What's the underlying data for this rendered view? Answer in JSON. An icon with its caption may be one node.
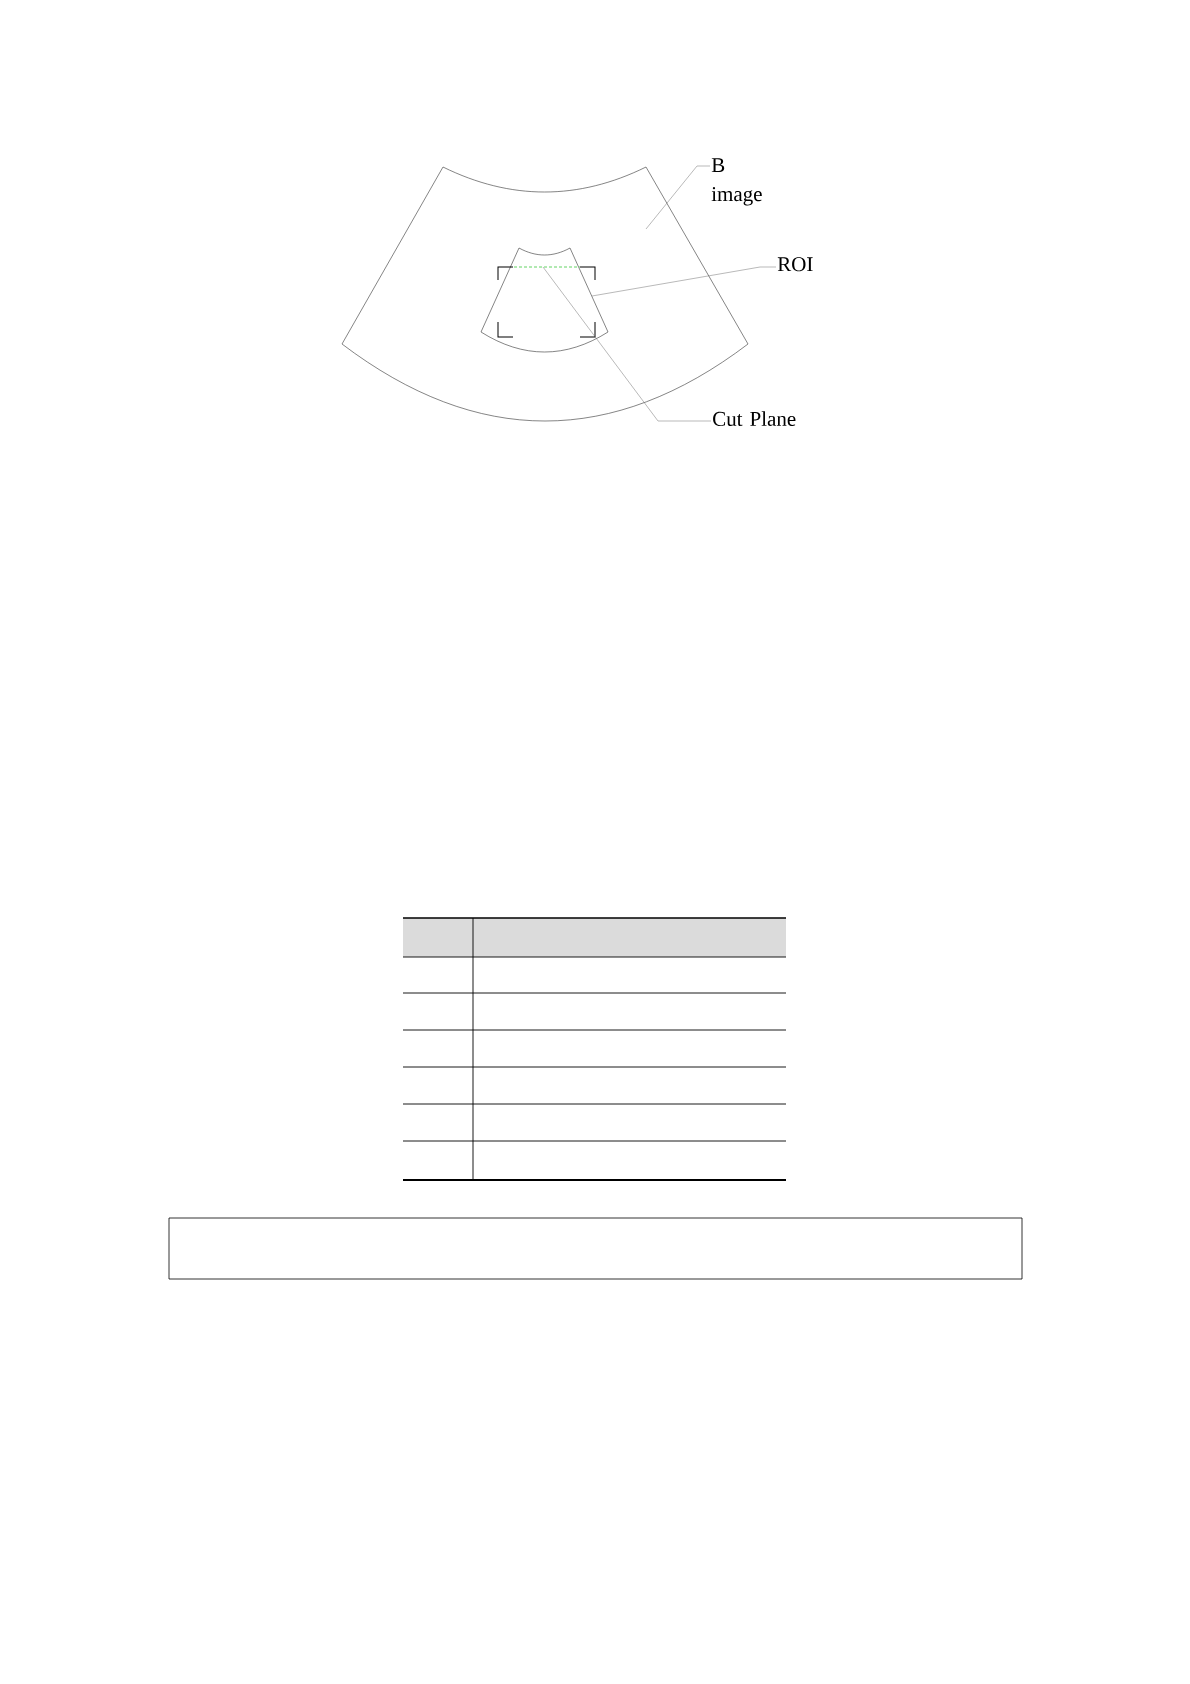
{
  "diagram": {
    "nodes": [
      {
        "text": [],
        "shape": "sector"
      },
      {
        "text": [],
        "shape": "sector",
        "in": 0
      },
      {
        "text": [],
        "shape": "line",
        "in": 1
      },
      {
        "text": [
          "B image"
        ]
      },
      {
        "text": [
          "ROI"
        ]
      },
      {
        "text": [
          "Cut Plane"
        ]
      },
      {
        "text": [],
        "shape": "box"
      }
    ],
    "edges": [
      {
        "from": 3,
        "to": 0,
        "arrow": "none"
      },
      {
        "from": 4,
        "to": 1,
        "arrow": "none"
      },
      {
        "from": 5,
        "to": 2,
        "arrow": "none"
      }
    ]
  }
}
